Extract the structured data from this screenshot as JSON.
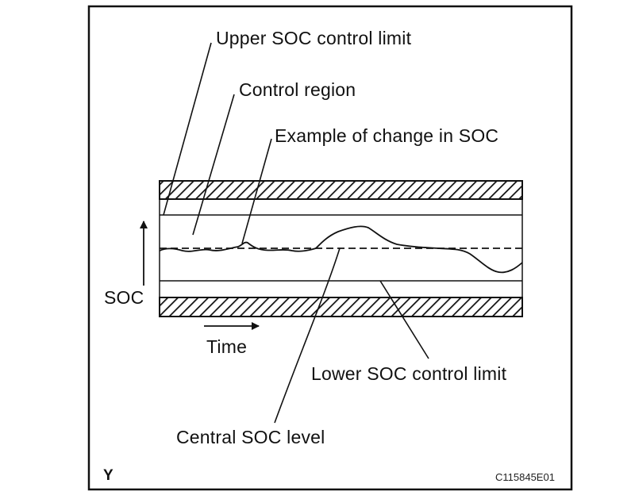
{
  "labels": {
    "upper_limit": "Upper SOC control limit",
    "control_region": "Control region",
    "example_change": "Example of change in SOC",
    "soc_axis": "SOC",
    "time_axis": "Time",
    "lower_limit": "Lower SOC control limit",
    "central_level": "Central SOC level"
  },
  "corner_mark": "Y",
  "figure_code": "C115845E01",
  "colors": {
    "ink": "#111111",
    "background": "#ffffff"
  }
}
